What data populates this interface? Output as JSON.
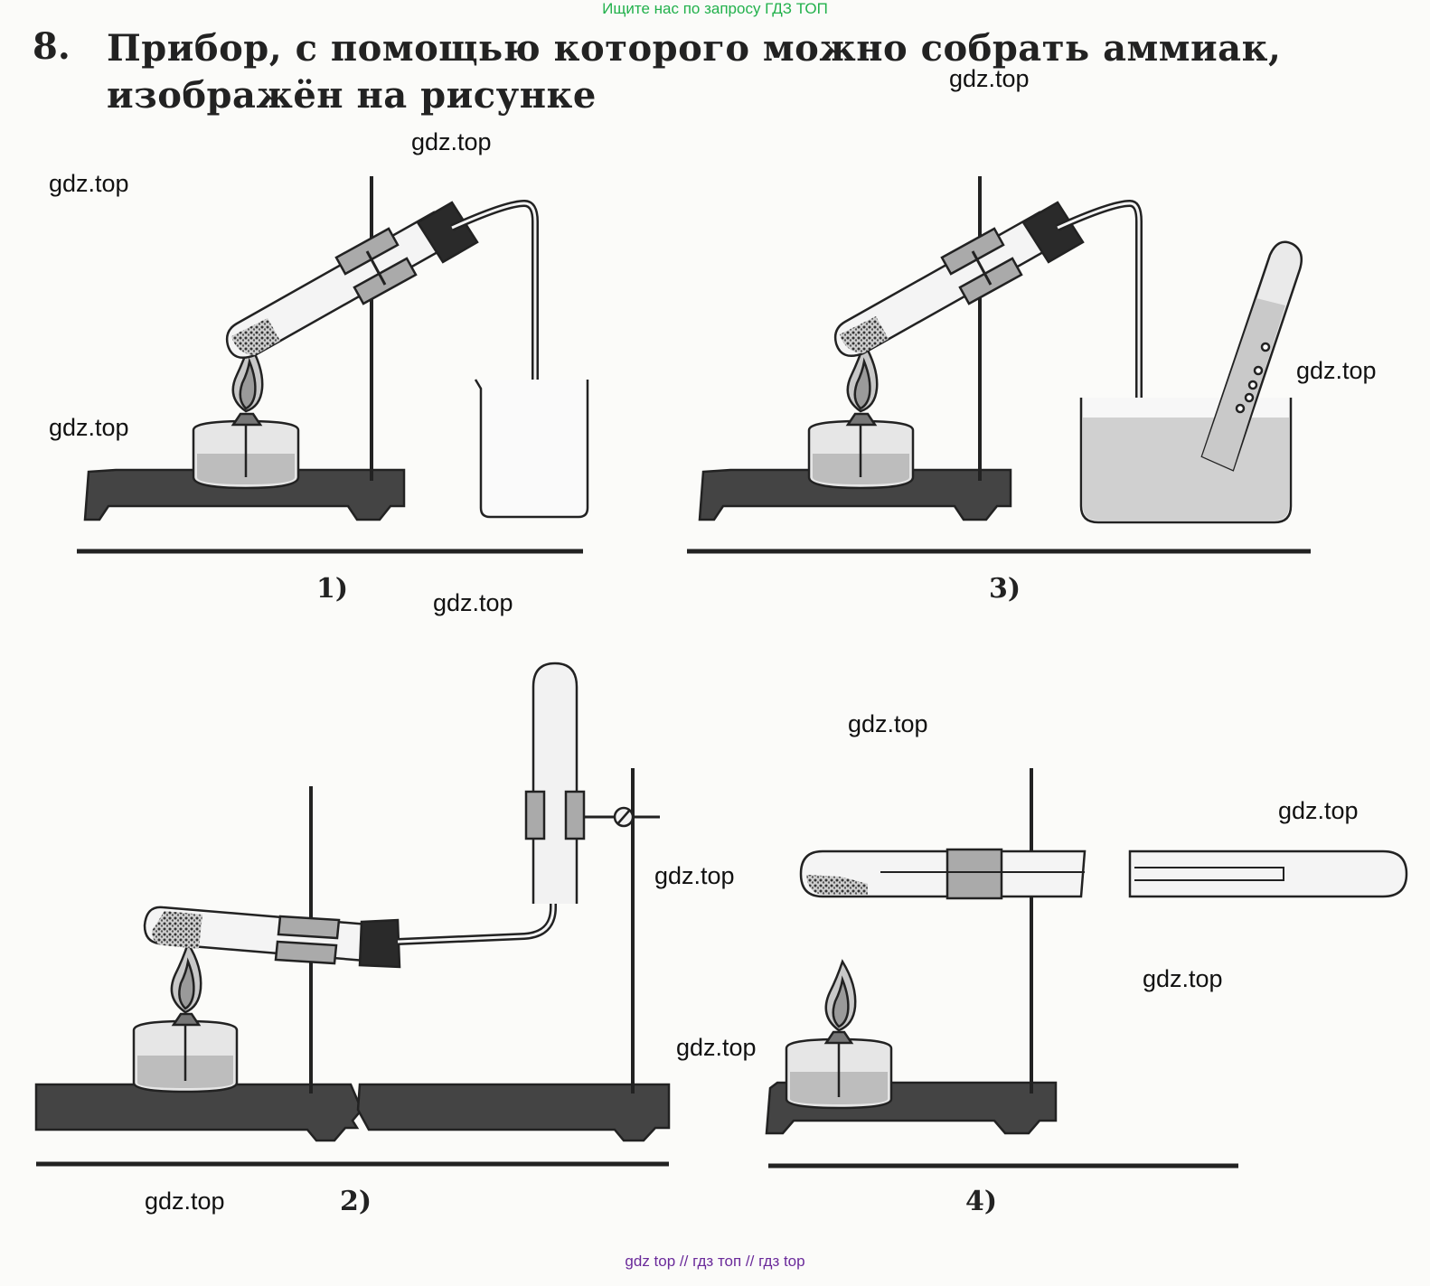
{
  "header": {
    "search_hint": "Ищите нас по запросу ГДЗ ТОП"
  },
  "question": {
    "number": "8.",
    "text": "Прибор, с помощью которого можно собрать аммиак, изображён на рисунке"
  },
  "figures": [
    {
      "label": "1)"
    },
    {
      "label": "2)"
    },
    {
      "label": "3)"
    },
    {
      "label": "4)"
    }
  ],
  "watermarks": [
    "gdz.top",
    "gdz.top",
    "gdz.top",
    "gdz.top",
    "gdz.top",
    "gdz.top",
    "gdz.top",
    "gdz.top",
    "gdz.top",
    "gdz.top",
    "gdz.top",
    "gdz.top"
  ],
  "footer": {
    "links": "gdz top  //  гдз топ  //  гдз top"
  }
}
